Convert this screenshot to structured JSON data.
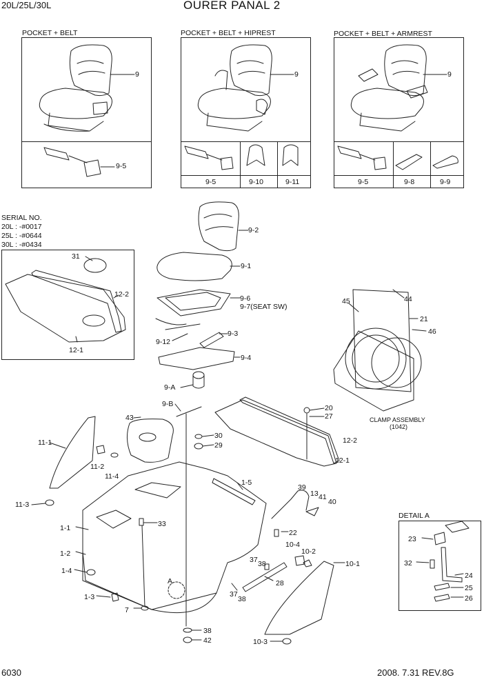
{
  "header": {
    "model": "20L/25L/30L",
    "title": "OURER PANAL 2"
  },
  "footer": {
    "page": "6030",
    "date_rev": "2008. 7.31  REV.8G"
  },
  "variants": [
    {
      "label": "POCKET + BELT",
      "seat_callout": "9",
      "parts": [
        "9-5"
      ]
    },
    {
      "label": "POCKET + BELT + HIPREST",
      "seat_callout": "9",
      "parts": [
        "9-5",
        "9-10",
        "9-11"
      ]
    },
    {
      "label": "POCKET + BELT + ARMREST",
      "seat_callout": "9",
      "parts": [
        "9-5",
        "9-8",
        "9-9"
      ]
    }
  ],
  "serial": {
    "title": "SERIAL NO.",
    "lines": [
      "20L : -#0017",
      "25L : -#0644",
      "30L : -#0434"
    ]
  },
  "serial_box_labels": [
    "31",
    "12-2",
    "12-1"
  ],
  "seat_labels": [
    "9-2",
    "9-1",
    "9-6",
    "9-7(SEAT SW)",
    "9-12",
    "9-3",
    "9-4",
    "9-A",
    "9-B"
  ],
  "clamp": {
    "labels": [
      "45",
      "44",
      "21",
      "46"
    ],
    "caption": "CLAMP ASSEMBLY",
    "sub": "(1042)"
  },
  "main_labels": [
    "43",
    "30",
    "29",
    "20",
    "27",
    "12-2",
    "12-1",
    "11-1",
    "11-2",
    "11-4",
    "11-3",
    "1-5",
    "39",
    "13",
    "41",
    "40",
    "22",
    "33",
    "1-1",
    "1-2",
    "1-4",
    "1-3",
    "7",
    "A",
    "37",
    "38",
    "10-4",
    "10-2",
    "10-1",
    "28",
    "37",
    "38",
    "38",
    "42",
    "10-3"
  ],
  "detail": {
    "title": "DETAIL A",
    "labels": [
      "23",
      "32",
      "24",
      "25",
      "26"
    ]
  }
}
